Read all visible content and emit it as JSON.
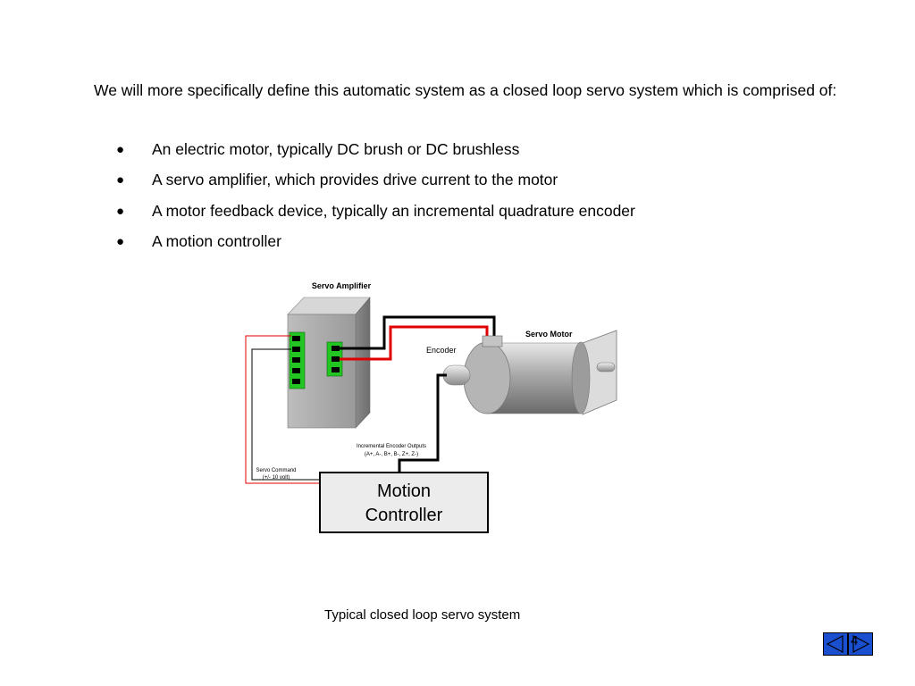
{
  "intro_text": "We will more specifically define this automatic system as a closed loop servo system which is comprised of:",
  "bullets": [
    "An electric motor, typically DC brush or DC brushless",
    "A servo amplifier, which provides drive current to the motor",
    "A motor feedback device, typically an incremental quadrature encoder",
    "A motion controller"
  ],
  "diagram": {
    "amplifier_label": "Servo Amplifier",
    "motor_label": "Servo Motor",
    "encoder_label": "Encoder",
    "encoder_outputs_line1": "Incremental Encoder Outputs",
    "encoder_outputs_line2": "(A+, A-, B+, B-, Z+, Z-)",
    "servo_command_line1": "Servo Command",
    "servo_command_line2": "(+/- 10 volt)",
    "controller_line1": "Motion",
    "controller_line2": "Controller",
    "colors": {
      "wire_red": "#e00000",
      "wire_black": "#000000",
      "terminal_green": "#22c522",
      "controller_fill": "#ececec"
    }
  },
  "caption": "Typical closed loop servo system",
  "navigation": {
    "prev_icon": "arrow-left-icon",
    "next_icon": "arrow-right-icon",
    "page_number": "4"
  }
}
